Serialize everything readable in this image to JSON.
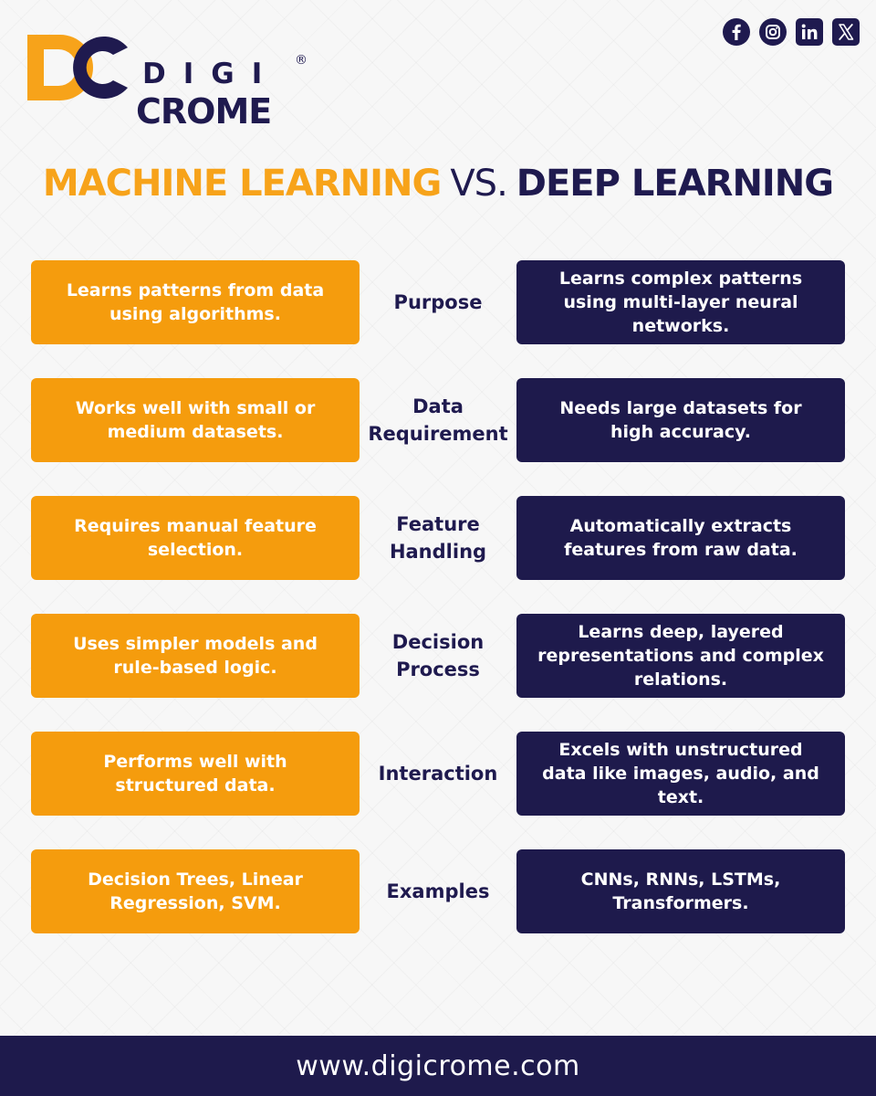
{
  "brand": {
    "logo_top": "DIGI",
    "logo_bottom": "CROME",
    "registered": "®",
    "logo_colors": {
      "orange": "#f7a31a",
      "navy": "#1f1a4f"
    }
  },
  "socials": [
    {
      "icon": "facebook-icon"
    },
    {
      "icon": "instagram-icon"
    },
    {
      "icon": "linkedin-icon"
    },
    {
      "icon": "x-icon"
    }
  ],
  "title": {
    "left": "MACHINE LEARNING",
    "middle": "VS.",
    "right": "DEEP LEARNING"
  },
  "colors": {
    "orange": "#f59c0d",
    "navy": "#1e1a4c",
    "background": "#f7f7f7"
  },
  "rows": [
    {
      "criterion": "Purpose",
      "ml": "Learns patterns from data using algorithms.",
      "dl": "Learns complex patterns using multi-layer neural networks."
    },
    {
      "criterion": "Data Requirement",
      "ml": "Works well with small or medium datasets.",
      "dl": "Needs large datasets for high accuracy."
    },
    {
      "criterion": "Feature Handling",
      "ml": "Requires manual feature selection.",
      "dl": "Automatically extracts features from raw data."
    },
    {
      "criterion": "Decision Process",
      "ml": "Uses simpler models and rule-based logic.",
      "dl": "Learns deep, layered representations and complex relations."
    },
    {
      "criterion": "Interaction",
      "ml": "Performs well with structured data.",
      "dl": "Excels with unstructured data like images, audio, and text."
    },
    {
      "criterion": "Examples",
      "ml": "Decision Trees, Linear Regression, SVM.",
      "dl": "CNNs, RNNs, LSTMs, Transformers."
    }
  ],
  "footer": {
    "url": "www.digicrome.com"
  }
}
